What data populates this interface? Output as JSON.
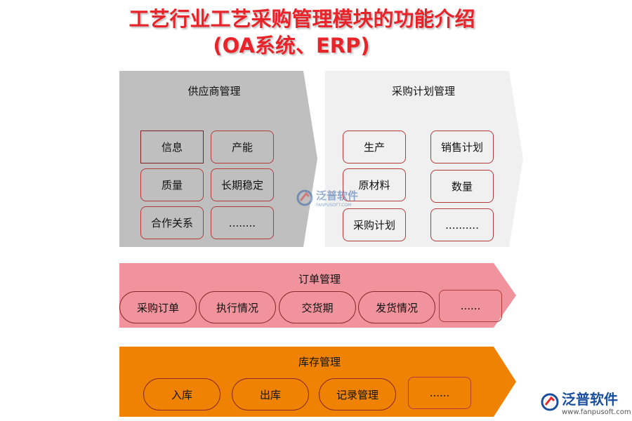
{
  "title": {
    "line1": "工艺行业工艺采购管理模块的功能介绍",
    "line2": "(OA系统、ERP)"
  },
  "colors": {
    "title": "#e8232a",
    "supplier_panel": "#bfbfbf",
    "plan_panel": "#f0f0f0",
    "order_panel": "#f0939d",
    "stock_panel": "#ef8200",
    "box_border": "#b33a3a"
  },
  "supplier": {
    "title": "供应商管理",
    "items": [
      "信息",
      "产能",
      "质量",
      "长期稳定",
      "合作关系",
      "........"
    ]
  },
  "plan": {
    "title": "采购计划管理",
    "items": [
      "生产",
      "销售计划",
      "原材料",
      "数量",
      "采购计划",
      ".........."
    ]
  },
  "order": {
    "title": "订单管理",
    "items": [
      "采购订单",
      "执行情况",
      "交货期",
      "发货情况",
      "......"
    ]
  },
  "stock": {
    "title": "库存管理",
    "items": [
      "入库",
      "出库",
      "记录管理",
      "......"
    ]
  },
  "watermark": {
    "center_text": "泛普软件",
    "center_sub": "FANPUSOFT.COM",
    "logo_icon": "fanpu-logo-icon",
    "corner_text": "泛普软件",
    "corner_url": "www.fanpusoft.com"
  }
}
